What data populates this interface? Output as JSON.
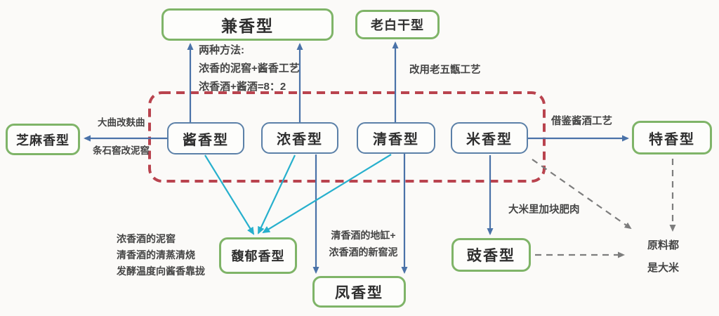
{
  "boxes": {
    "jianxiang": {
      "label": "兼香型"
    },
    "laobaigan": {
      "label": "老白干型"
    },
    "zhima": {
      "label": "芝麻香型"
    },
    "jiangxiang": {
      "label": "酱香型"
    },
    "nongxiang": {
      "label": "浓香型"
    },
    "qingxiang": {
      "label": "清香型"
    },
    "mixiang": {
      "label": "米香型"
    },
    "texiang": {
      "label": "特香型"
    },
    "fuyu": {
      "label": "馥郁香型"
    },
    "fengxiang": {
      "label": "凤香型"
    },
    "chixiang": {
      "label": "豉香型"
    }
  },
  "notes": {
    "two_methods": {
      "line1": "两种方法:",
      "line2": "浓香的泥窖+酱香工艺",
      "line3": "浓香酒+酱酒=8：2"
    },
    "laobaigan_method": "改用老五甑工艺",
    "zhima_method_top": "大曲改麸曲",
    "zhima_method_bottom": "条石窖改泥窖",
    "texiang_method": "借鉴酱酒工艺",
    "fuyu_method": {
      "line1": "浓香酒的泥窖",
      "line2": "清香酒的清蒸清烧",
      "line3": "发酵温度向酱香靠拢"
    },
    "fengxiang_method": {
      "line1": "清香酒的地缸+",
      "line2": "浓香酒的新窖泥"
    },
    "chixiang_method": "大米里加块肥肉",
    "rice_note": {
      "line1": "原料都",
      "line2": "是大米"
    }
  },
  "colors": {
    "green_border": "#7fb468",
    "blue_border": "#5b80a8",
    "red_dashed": "#b9434e",
    "blue_arrow": "#4a72a8",
    "cyan_arrow": "#27b0cd",
    "gray_dashed": "#7d7d7d",
    "box_fill": "#fdfdfb",
    "background": "#fbfaf8"
  }
}
